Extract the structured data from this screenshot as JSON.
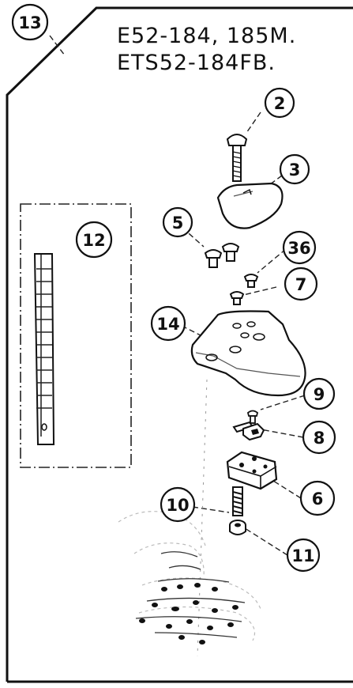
{
  "title_lines": [
    "E52-184, 185M.",
    "ETS52-184FB."
  ],
  "callouts": {
    "c13": "13",
    "c2": "2",
    "c3": "3",
    "c5": "5",
    "c12": "12",
    "c36": "36",
    "c7": "7",
    "c14": "14",
    "c9": "9",
    "c8": "8",
    "c6": "6",
    "c10": "10",
    "c11": "11"
  },
  "colors": {
    "ink": "#111111",
    "paper": "#ffffff"
  }
}
